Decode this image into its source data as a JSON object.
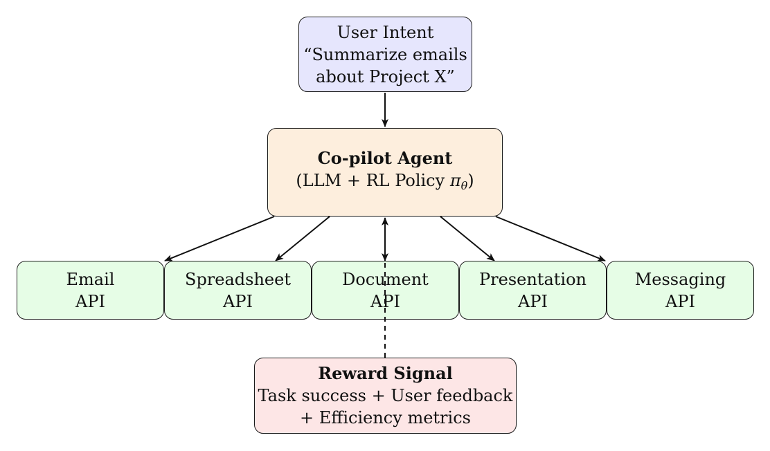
{
  "colors": {
    "user_intent_fill": "#e6e6fd",
    "agent_fill": "#fdeedd",
    "api_fill": "#e6fde6",
    "reward_fill": "#fde6e6",
    "stroke": "#111111"
  },
  "user_intent": {
    "line1": "User Intent",
    "line2": "“Summarize emails",
    "line3": "about Project X”"
  },
  "agent": {
    "title": "Co-pilot Agent",
    "subtitle_prefix": "(LLM + RL Policy ",
    "policy_symbol": "π",
    "policy_subscript": "θ",
    "subtitle_suffix": ")"
  },
  "apis": [
    {
      "name": "Email",
      "suffix": "API"
    },
    {
      "name": "Spreadsheet",
      "suffix": "API"
    },
    {
      "name": "Document",
      "suffix": "API"
    },
    {
      "name": "Presentation",
      "suffix": "API"
    },
    {
      "name": "Messaging",
      "suffix": "API"
    }
  ],
  "reward": {
    "title": "Reward Signal",
    "line2": "Task success + User feedback",
    "line3": "+ Efficiency metrics"
  }
}
